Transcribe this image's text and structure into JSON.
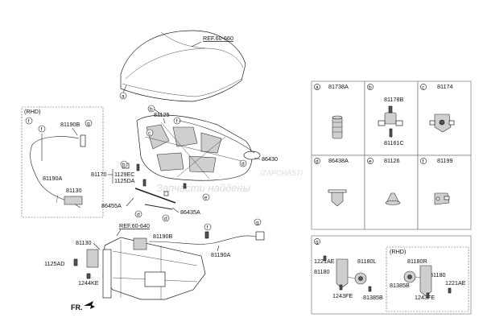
{
  "references": {
    "hood_ref": "REF.60-660",
    "frame_ref": "REF.60-640"
  },
  "rhd_label": "(RHD)",
  "direction_label": "FR.",
  "watermark": "Запчасти найдены",
  "parts": {
    "p81125": "81125",
    "p86430": "86430",
    "p81170": "81170",
    "p1129EC": "1129EC",
    "p1125DA": "1125DA",
    "p86455A": "86455A",
    "p86435A": "86435A",
    "p81190B_top": "81190B",
    "p81190A_top": "81190A",
    "p81130_top": "81130",
    "p81190B_bot": "81190B",
    "p81190A_bot": "81190A",
    "p81130_bot": "81130",
    "p1125AD": "1125AD",
    "p1244KE": "1244KE"
  },
  "callouts": [
    "a",
    "b",
    "c",
    "d",
    "e",
    "f",
    "g"
  ],
  "grid": {
    "row1": [
      {
        "letter": "a",
        "part": "81738A"
      },
      {
        "letter": "b",
        "part": "81178B",
        "extra": "81161C"
      },
      {
        "letter": "c",
        "part": "81174"
      }
    ],
    "row2": [
      {
        "letter": "d",
        "part": "86438A"
      },
      {
        "letter": "e",
        "part": "81126"
      },
      {
        "letter": "f",
        "part": "81199"
      }
    ],
    "g": {
      "letter": "g",
      "rhd": "(RHD)",
      "left": {
        "p1221AE": "1221AE",
        "p81180": "81180",
        "p1243FE": "1243FE",
        "p81180L": "81180L",
        "p81385B": "81385B"
      },
      "right": {
        "p81180R": "81180R",
        "p81385B": "81385B",
        "p81180": "81180",
        "p1221AE": "1221AE",
        "p1243FE": "1243FE"
      }
    }
  }
}
